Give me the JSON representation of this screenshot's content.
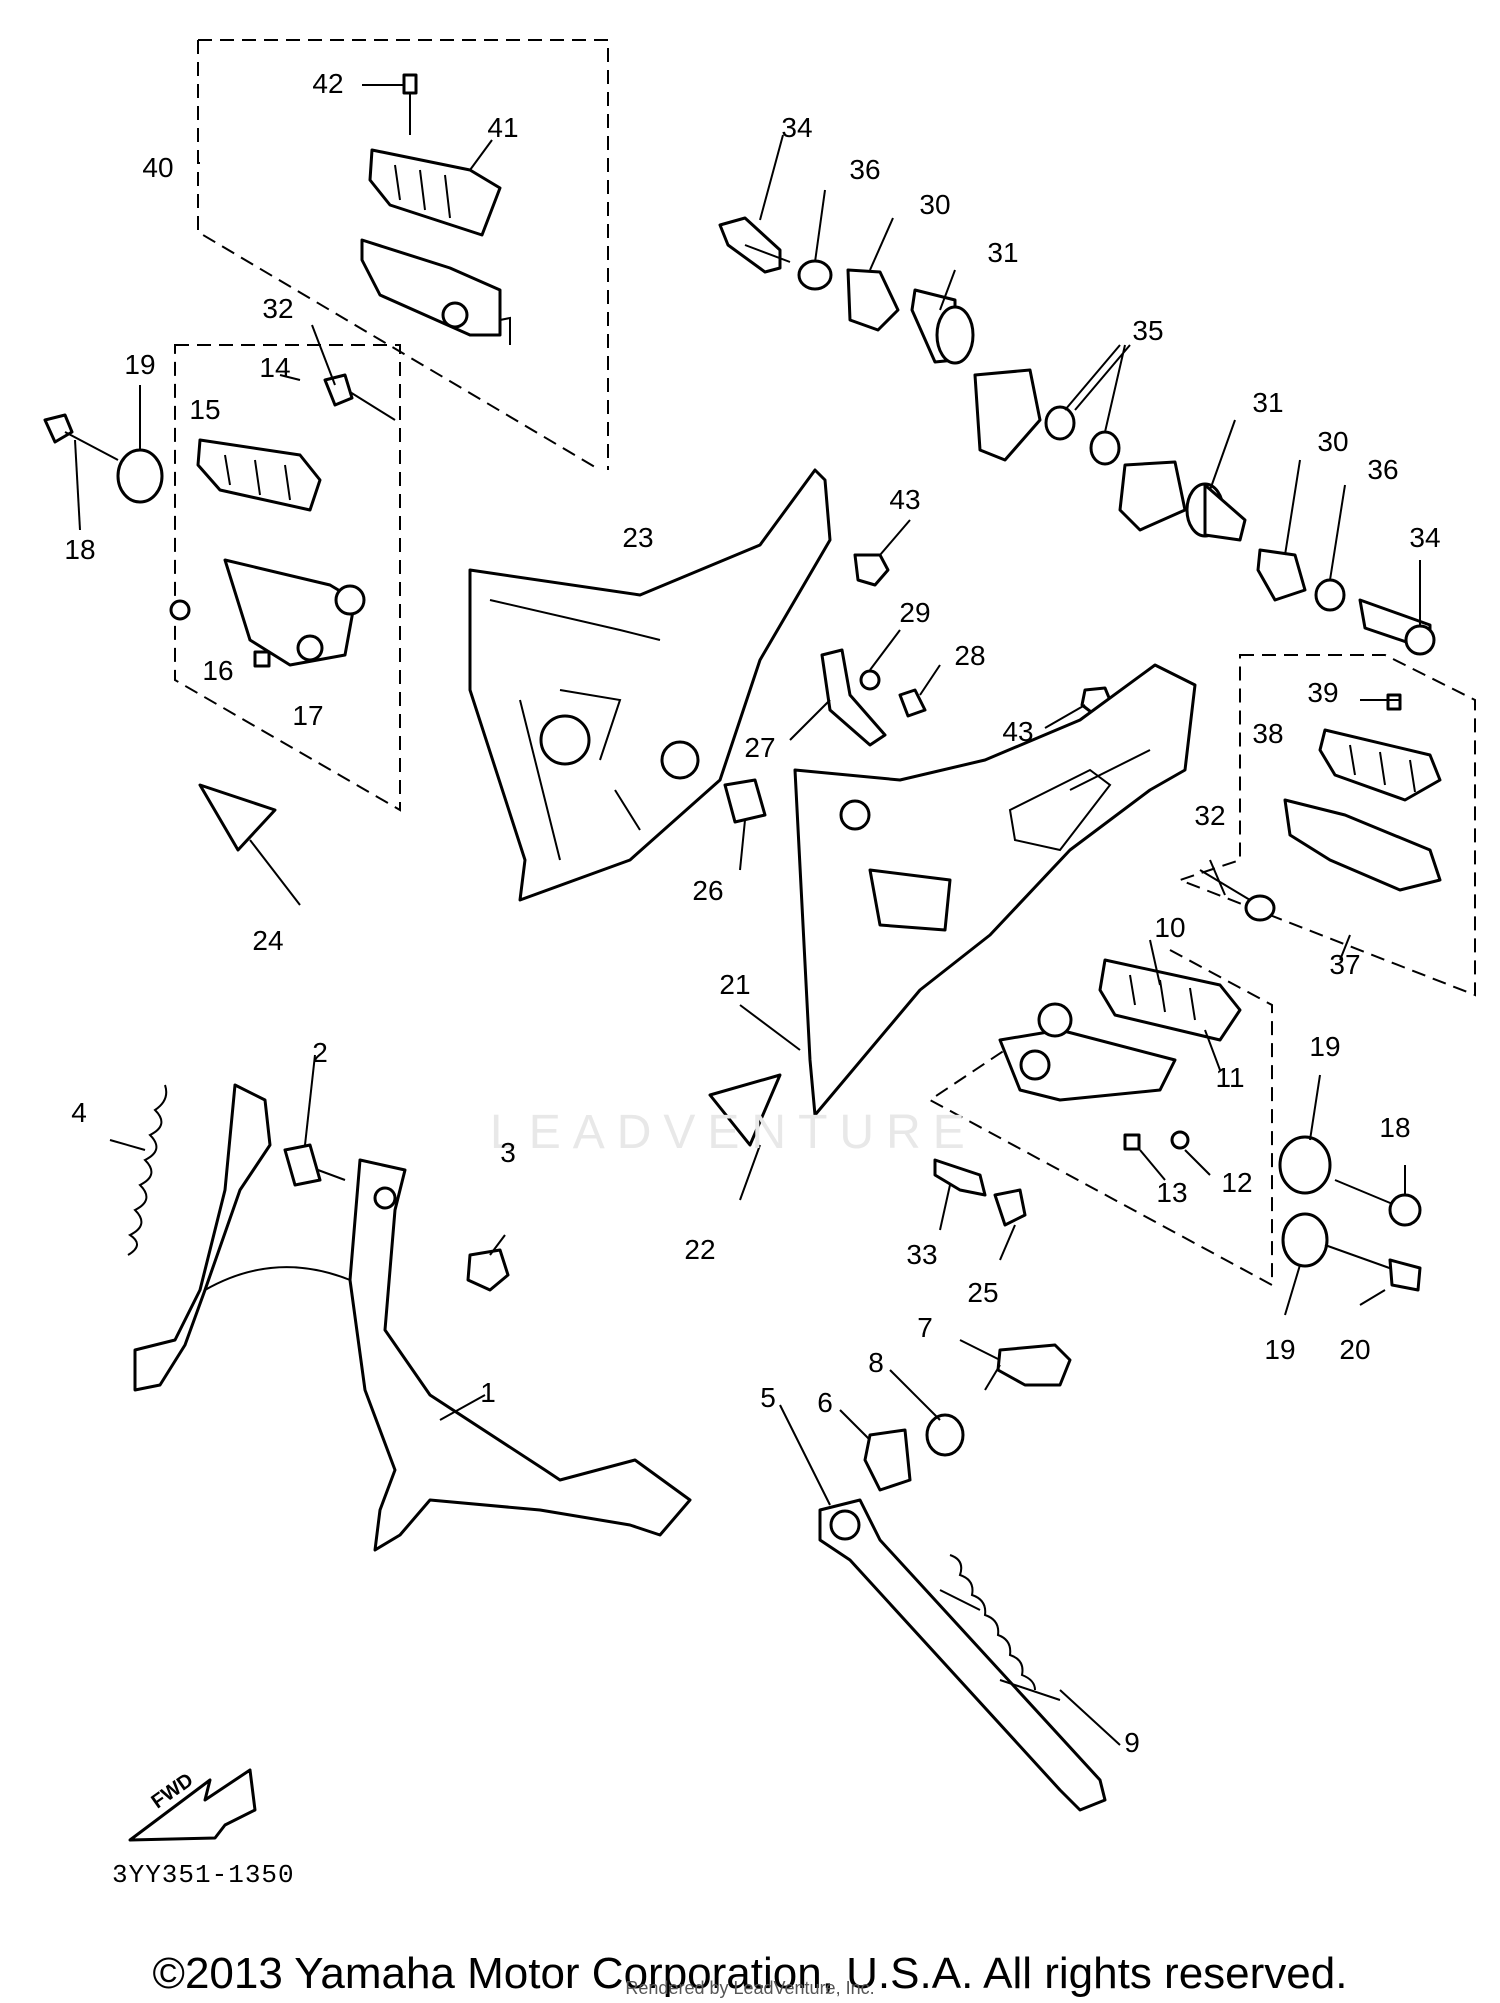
{
  "callouts": [
    {
      "id": "1",
      "label": "1"
    },
    {
      "id": "2",
      "label": "2"
    },
    {
      "id": "3",
      "label": "3"
    },
    {
      "id": "4",
      "label": "4"
    },
    {
      "id": "5",
      "label": "5"
    },
    {
      "id": "6",
      "label": "6"
    },
    {
      "id": "7",
      "label": "7"
    },
    {
      "id": "8",
      "label": "8"
    },
    {
      "id": "9",
      "label": "9"
    },
    {
      "id": "10",
      "label": "10"
    },
    {
      "id": "11",
      "label": "11"
    },
    {
      "id": "12",
      "label": "12"
    },
    {
      "id": "13",
      "label": "13"
    },
    {
      "id": "14",
      "label": "14"
    },
    {
      "id": "15",
      "label": "15"
    },
    {
      "id": "16",
      "label": "16"
    },
    {
      "id": "17",
      "label": "17"
    },
    {
      "id": "18a",
      "label": "18"
    },
    {
      "id": "18b",
      "label": "18"
    },
    {
      "id": "19a",
      "label": "19"
    },
    {
      "id": "19b",
      "label": "19"
    },
    {
      "id": "19c",
      "label": "19"
    },
    {
      "id": "20",
      "label": "20"
    },
    {
      "id": "21",
      "label": "21"
    },
    {
      "id": "22",
      "label": "22"
    },
    {
      "id": "23",
      "label": "23"
    },
    {
      "id": "24",
      "label": "24"
    },
    {
      "id": "25",
      "label": "25"
    },
    {
      "id": "26",
      "label": "26"
    },
    {
      "id": "27",
      "label": "27"
    },
    {
      "id": "28",
      "label": "28"
    },
    {
      "id": "29",
      "label": "29"
    },
    {
      "id": "30a",
      "label": "30"
    },
    {
      "id": "30b",
      "label": "30"
    },
    {
      "id": "31a",
      "label": "31"
    },
    {
      "id": "31b",
      "label": "31"
    },
    {
      "id": "32a",
      "label": "32"
    },
    {
      "id": "32b",
      "label": "32"
    },
    {
      "id": "33",
      "label": "33"
    },
    {
      "id": "34a",
      "label": "34"
    },
    {
      "id": "34b",
      "label": "34"
    },
    {
      "id": "35",
      "label": "35"
    },
    {
      "id": "36a",
      "label": "36"
    },
    {
      "id": "36b",
      "label": "36"
    },
    {
      "id": "37",
      "label": "37"
    },
    {
      "id": "38",
      "label": "38"
    },
    {
      "id": "39",
      "label": "39"
    },
    {
      "id": "40",
      "label": "40"
    },
    {
      "id": "41",
      "label": "41"
    },
    {
      "id": "42",
      "label": "42"
    },
    {
      "id": "43a",
      "label": "43"
    },
    {
      "id": "43b",
      "label": "43"
    }
  ],
  "drawing_code": "3YY351-1350",
  "copyright": "©2013 Yamaha Motor Corporation, U.S.A. All rights reserved.",
  "rendered_by": "Rendered by LeadVenture, Inc.",
  "watermark": "LEADVENTURE",
  "fwd_label": "FWD"
}
